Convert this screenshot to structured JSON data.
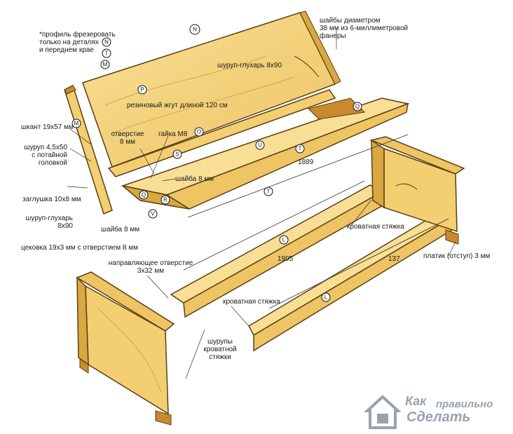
{
  "labels": {
    "profile": "*профиль фрезеровать\nтолько на деталях\nи переднем крае",
    "washers": "шайбы диаметром\n38 мм из 6-миллиметровой\nфанеры",
    "lag_top": "шуруп-глухарь 8х90",
    "rubber": "резиновый жгут длиной 120 см",
    "dowel": "шкант 19х57 мм",
    "screw_countersunk": "шуруп 4,5х50\nс потайной\nголовкой",
    "hole": "отверстие\n8 мм",
    "nut": "гайка М8",
    "washer_top": "шайба 8 мм",
    "plug": "заглушка 10х8 мм",
    "lag_left": "шуруп-глухарь\n8х90",
    "washer_bottom": "шайба 8 мм",
    "counterbore": "цековка 19х3 мм с отверстием 8 мм",
    "bed_tie_right": "кроватная стяжка",
    "plinth": "платик (отступ) 3 мм",
    "guide_hole": "направляющее отверстие\n3х32 мм",
    "bed_tie_mid": "кроватная стяжка",
    "bed_screws": "шурупы\nкроватной\nстяжки"
  },
  "dimensions": {
    "d1889": "1889",
    "d1905": "1905",
    "d137": "137"
  },
  "markers": {
    "N_top": "N",
    "N_note": "N",
    "T_note": "T",
    "M_note": "M",
    "M_post": "M",
    "P": "P",
    "O": "O",
    "Q_right": "Q",
    "S": "S",
    "U": "U",
    "T_rail": "T",
    "Q_left": "Q",
    "R": "R",
    "V": "V",
    "T_curve": "T",
    "L_front": "L",
    "L_back": "L"
  },
  "logo": {
    "line1": "Как",
    "line2": "правильно",
    "line3": "Сделать"
  },
  "colors": {
    "wood": "#f3cf72",
    "wood_light": "#f8df95",
    "wood_dark": "#d9a843",
    "end_grain": "#c98a2e",
    "outline": "#5a3f12"
  }
}
